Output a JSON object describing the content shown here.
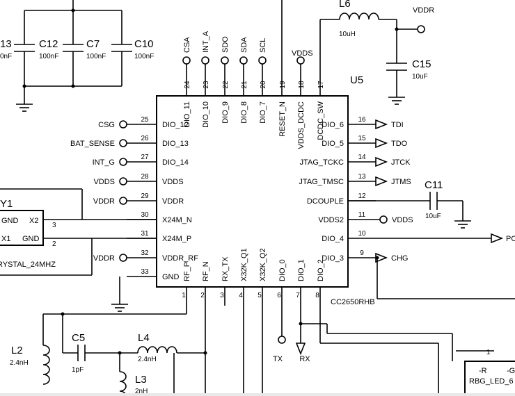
{
  "chip": {
    "name": "U5",
    "part": "CC2650RHB",
    "left_pins": [
      {
        "num": "25",
        "label": "DIO_12",
        "net": "CSG"
      },
      {
        "num": "26",
        "label": "DIO_13",
        "net": "BAT_SENSE"
      },
      {
        "num": "27",
        "label": "DIO_14",
        "net": "INT_G"
      },
      {
        "num": "28",
        "label": "VDDS",
        "net": "VDDS"
      },
      {
        "num": "29",
        "label": "VDDR",
        "net": "VDDR"
      },
      {
        "num": "30",
        "label": "X24M_N",
        "net": ""
      },
      {
        "num": "31",
        "label": "X24M_P",
        "net": ""
      },
      {
        "num": "32",
        "label": "VDDR_RF",
        "net": "VDDR"
      },
      {
        "num": "33",
        "label": "GND",
        "net": ""
      }
    ],
    "right_pins": [
      {
        "num": "16",
        "label": "DIO_6",
        "net": "TDI"
      },
      {
        "num": "15",
        "label": "DIO_5",
        "net": "TDO"
      },
      {
        "num": "14",
        "label": "JTAG_TCKC",
        "net": "JTCK"
      },
      {
        "num": "13",
        "label": "JTAG_TMSC",
        "net": "JTMS"
      },
      {
        "num": "12",
        "label": "DCOUPLE",
        "net": ""
      },
      {
        "num": "11",
        "label": "VDDS2",
        "net": "VDDS"
      },
      {
        "num": "10",
        "label": "DIO_4",
        "net": "PO"
      },
      {
        "num": "9",
        "label": "DIO_3",
        "net": "CHG"
      }
    ],
    "top_pins": [
      {
        "num": "24",
        "label": "DIO_11",
        "net": "CSA"
      },
      {
        "num": "23",
        "label": "DIO_10",
        "net": "INT_A"
      },
      {
        "num": "22",
        "label": "DIO_9",
        "net": "SDO"
      },
      {
        "num": "21",
        "label": "DIO_8",
        "net": "SDA"
      },
      {
        "num": "20",
        "label": "DIO_7",
        "net": "SCL"
      },
      {
        "num": "19",
        "label": "RESET_N",
        "net": ""
      },
      {
        "num": "18",
        "label": "VDDS_DCDC",
        "net": "VDDS"
      },
      {
        "num": "17",
        "label": "DCDC_SW",
        "net": ""
      }
    ],
    "bottom_pins": [
      {
        "num": "1",
        "label": "RF_P",
        "net": ""
      },
      {
        "num": "2",
        "label": "RF_N",
        "net": ""
      },
      {
        "num": "3",
        "label": "RX_TX",
        "net": ""
      },
      {
        "num": "4",
        "label": "X32K_Q1",
        "net": ""
      },
      {
        "num": "5",
        "label": "X32K_Q2",
        "net": ""
      },
      {
        "num": "6",
        "label": "DIO_0",
        "net": "TX"
      },
      {
        "num": "7",
        "label": "DIO_1",
        "net": "RX"
      },
      {
        "num": "8",
        "label": "DIO_2",
        "net": ""
      }
    ]
  },
  "components": {
    "caps_top": [
      {
        "ref": "13",
        "value": "0nF"
      },
      {
        "ref": "C12",
        "value": "100nF"
      },
      {
        "ref": "C7",
        "value": "100nF"
      },
      {
        "ref": "C10",
        "value": "100nF"
      }
    ],
    "L6": {
      "ref": "L6",
      "value": "10uH"
    },
    "C15": {
      "ref": "C15",
      "value": "10uF"
    },
    "C11": {
      "ref": "C11",
      "value": "10uF"
    },
    "C5": {
      "ref": "C5",
      "value": "1pF"
    },
    "L2": {
      "ref": "L2",
      "value": "2.4nH"
    },
    "L4": {
      "ref": "L4",
      "value": "2.4nH"
    },
    "L3": {
      "ref": "L3",
      "value": "2nH"
    },
    "crystal": {
      "ref": "Y1",
      "part": "RYSTAL_24MHZ",
      "pin_gnd1": "GND",
      "pin_x2": "X2",
      "pin_x1": "X1",
      "pin_gnd2": "GND",
      "pin3": "3",
      "pin2": "2"
    },
    "led": {
      "part": "RBG_LED_6",
      "pin_r": "-R",
      "pin_g": "-G",
      "pin1": "1"
    }
  },
  "power": {
    "vddr_top": "VDDR",
    "vdds_top": "VDDS"
  }
}
